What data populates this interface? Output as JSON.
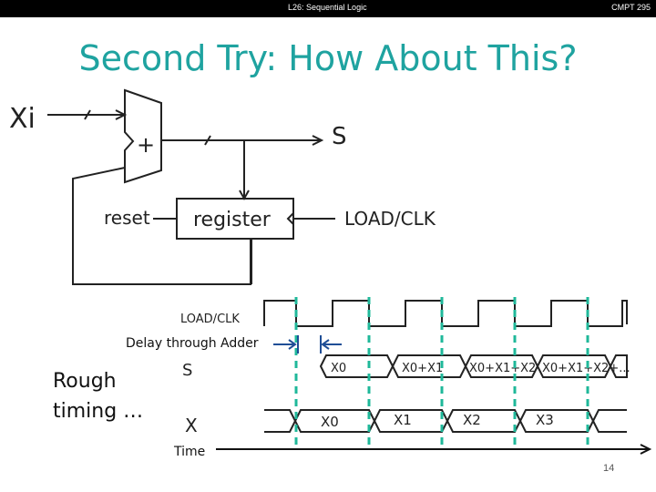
{
  "header": {
    "left": "L26: Sequential Logic",
    "right": "CMPT 295"
  },
  "title": "Second Try: How About This?",
  "diagram": {
    "input_label": "Xi",
    "adder_symbol": "+",
    "output_label": "S",
    "reset_label": "reset",
    "register_label": "register",
    "load_label": "LOAD/CLK"
  },
  "timing": {
    "clk_label": "LOAD/CLK",
    "s_label": "S",
    "x_label": "X",
    "s_values": [
      "X0",
      "X0+X1",
      "X0+X1+X2",
      "X0+X1+X2+..."
    ],
    "x_values": [
      "X0",
      "X1",
      "X2",
      "X3"
    ]
  },
  "annotations": {
    "delay": "Delay through Adder",
    "rough": "Rough timing …",
    "time": "Time"
  },
  "page_number": "14",
  "colors": {
    "title": "#1fa3a0",
    "dashed_lines": "#1fb89a",
    "arrows": "#1f4e96"
  }
}
